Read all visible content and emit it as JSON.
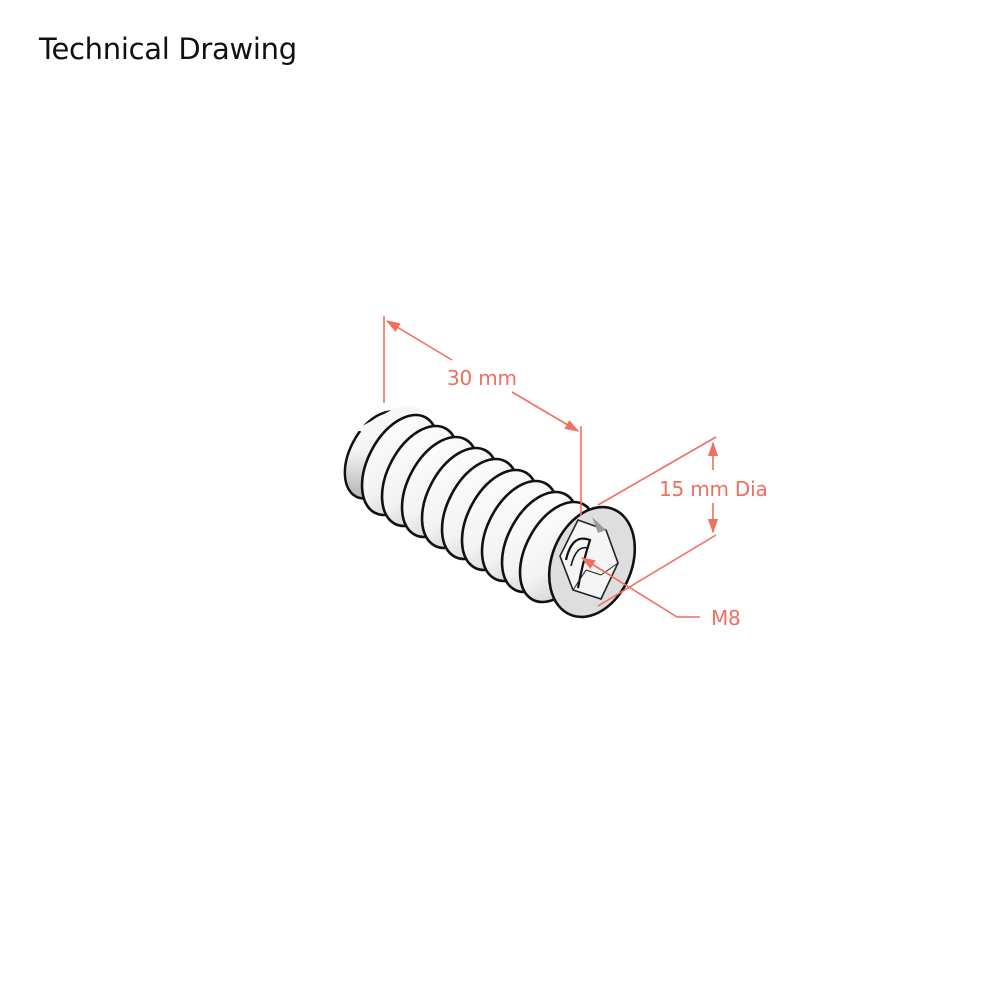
{
  "title": "Technical Drawing",
  "drawing": {
    "subject": "threaded insert with hex drive",
    "annotation_color": "#f06f5e",
    "dimensions": {
      "length": {
        "label": "30 mm",
        "value": 30,
        "unit": "mm"
      },
      "diameter": {
        "label": "15 mm Dia",
        "value": 15,
        "unit": "mm"
      },
      "thread": {
        "label": "M8"
      }
    }
  }
}
